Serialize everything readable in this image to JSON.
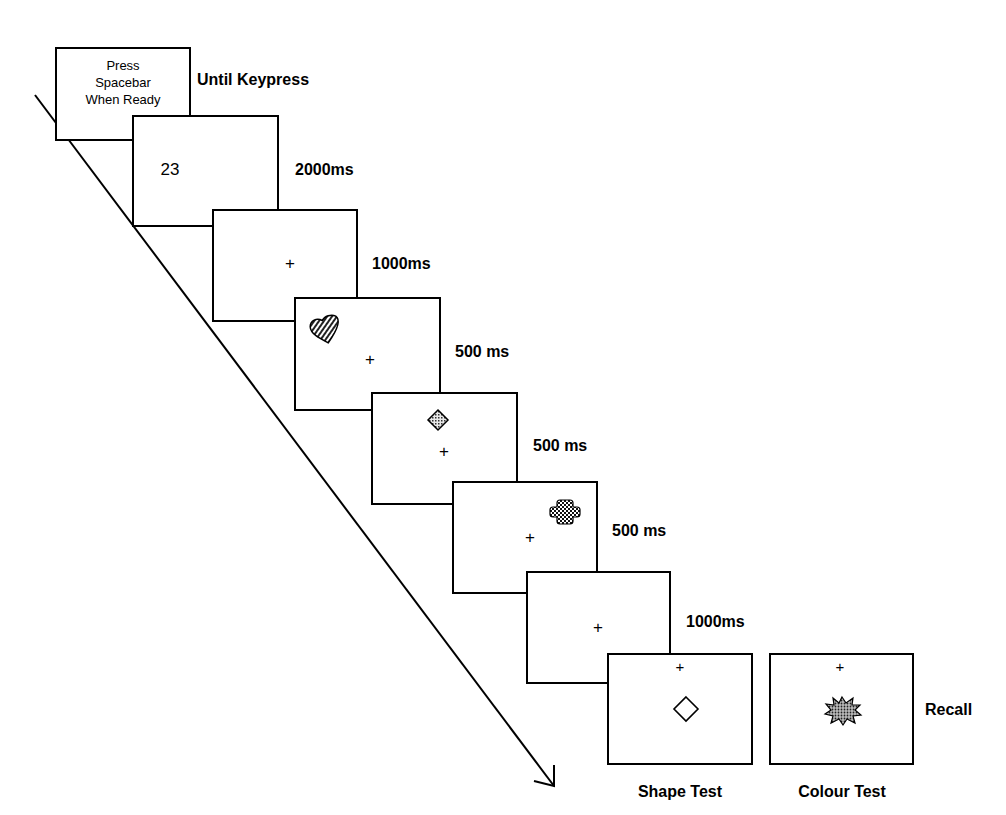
{
  "diagram": {
    "nodes": [
      {
        "text": [
          "Press Spacebar When Ready"
        ]
      },
      {
        "text": [
          "23"
        ]
      },
      {
        "text": [
          "+"
        ]
      },
      {
        "text": [
          "+"
        ]
      },
      {
        "text": [
          "+"
        ]
      },
      {
        "text": [
          "+"
        ]
      },
      {
        "text": [
          "+"
        ]
      },
      {
        "text": [
          "+"
        ]
      },
      {
        "text": [
          "+"
        ]
      }
    ],
    "labels": [
      "Until Keypress",
      "2000ms",
      "1000ms",
      "500 ms",
      "500 ms",
      "500 ms",
      "1000ms",
      "Shape Test",
      "Colour Test",
      "Recall"
    ]
  }
}
